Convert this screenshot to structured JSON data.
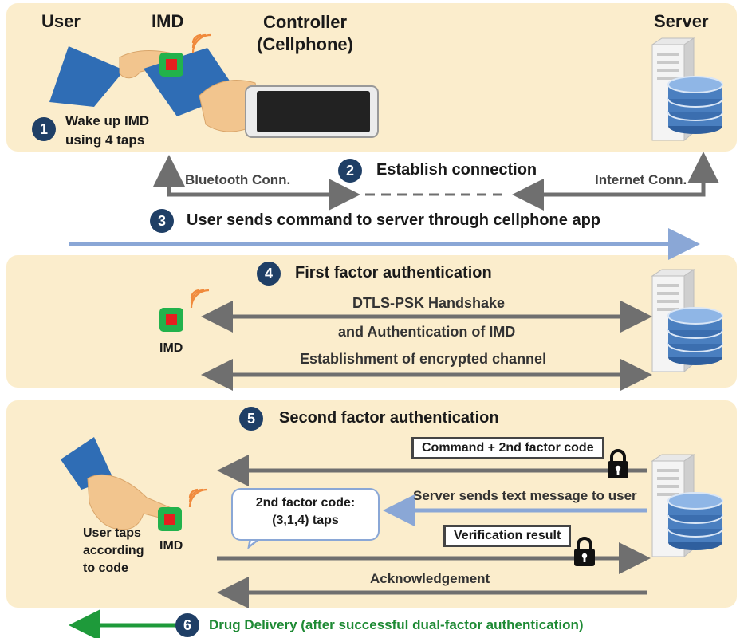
{
  "actors": {
    "user": "User",
    "imd": "IMD",
    "controller_line1": "Controller",
    "controller_line2": "(Cellphone)",
    "server": "Server"
  },
  "steps": [
    {
      "num": "1",
      "label_line1": "Wake up IMD",
      "label_line2": "using 4 taps"
    },
    {
      "num": "2",
      "label": "Establish connection"
    },
    {
      "num": "3",
      "label": "User sends command to server through cellphone app"
    },
    {
      "num": "4",
      "label": "First factor authentication"
    },
    {
      "num": "5",
      "label": "Second factor authentication"
    },
    {
      "num": "6",
      "label": "Drug Delivery (after successful dual-factor authentication)"
    }
  ],
  "connections": {
    "bluetooth": "Bluetooth Conn.",
    "internet": "Internet Conn."
  },
  "first_factor": {
    "imd_label": "IMD",
    "msg1_line1": "DTLS-PSK Handshake",
    "msg1_line2": "and Authentication of IMD",
    "msg2": "Establishment of encrypted channel"
  },
  "second_factor": {
    "imd_label": "IMD",
    "user_taps_line1": "User taps",
    "user_taps_line2": "according",
    "user_taps_line3": "to code",
    "command_msg": "Command + 2nd factor code",
    "server_sms": "Server sends text message to user",
    "bubble_line1": "2nd factor code:",
    "bubble_line2": "(3,1,4) taps",
    "verification": "Verification result",
    "ack": "Acknowledgement"
  },
  "colors": {
    "panel": "#fbedcc",
    "step_badge": "#1f3f66",
    "gray_arrow": "#6f6f6f",
    "blue_arrow": "#8aa7d6",
    "green_arrow": "#1e9a3a",
    "green_text": "#1e8a34",
    "imd_green": "#22b24c",
    "imd_red": "#e41f1f",
    "sleeve": "#2f6db5",
    "skin": "#f2c58e",
    "server_disk": "#4a7fc0"
  }
}
